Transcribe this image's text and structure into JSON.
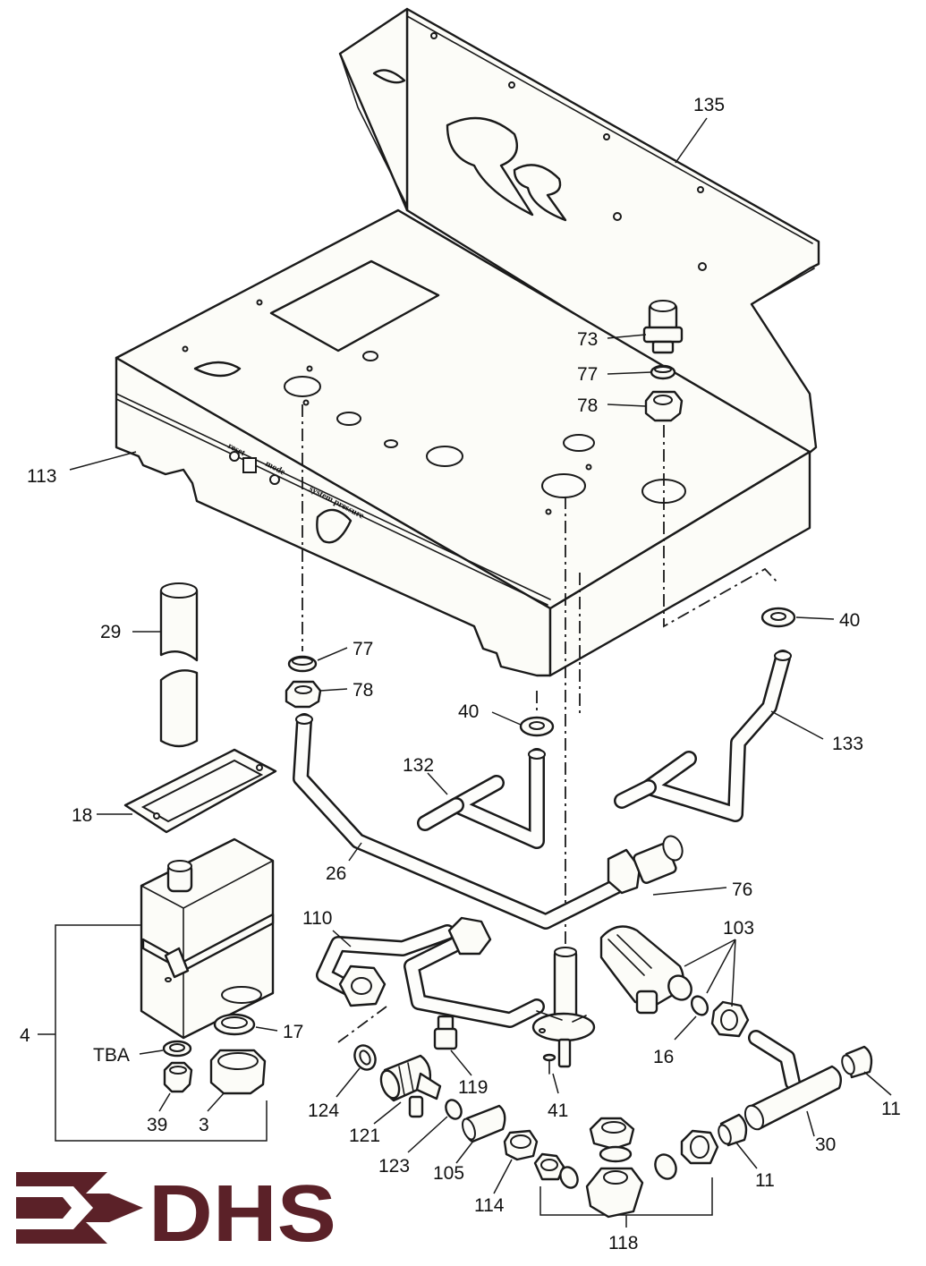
{
  "panel_labels": {
    "reset": "reset",
    "mode": "mode",
    "system_pressure": "system pressure"
  },
  "callouts": {
    "p135": "135",
    "p73": "73",
    "p77_top": "77",
    "p78_top": "78",
    "p113": "113",
    "p40_right": "40",
    "p29": "29",
    "p77_left": "77",
    "p78_left": "78",
    "p40_mid": "40",
    "p133": "133",
    "p132": "132",
    "p18": "18",
    "p26": "26",
    "p76": "76",
    "p110": "110",
    "p103": "103",
    "p4": "4",
    "p17": "17",
    "tba": "TBA",
    "p16": "16",
    "p119": "119",
    "p11_right": "11",
    "p124": "124",
    "p41": "41",
    "p39": "39",
    "p3": "3",
    "p121": "121",
    "p30": "30",
    "p123": "123",
    "p105": "105",
    "p11_low": "11",
    "p114": "114",
    "p118": "118"
  },
  "logo": {
    "text": "DHS",
    "color": "#5b2128"
  }
}
